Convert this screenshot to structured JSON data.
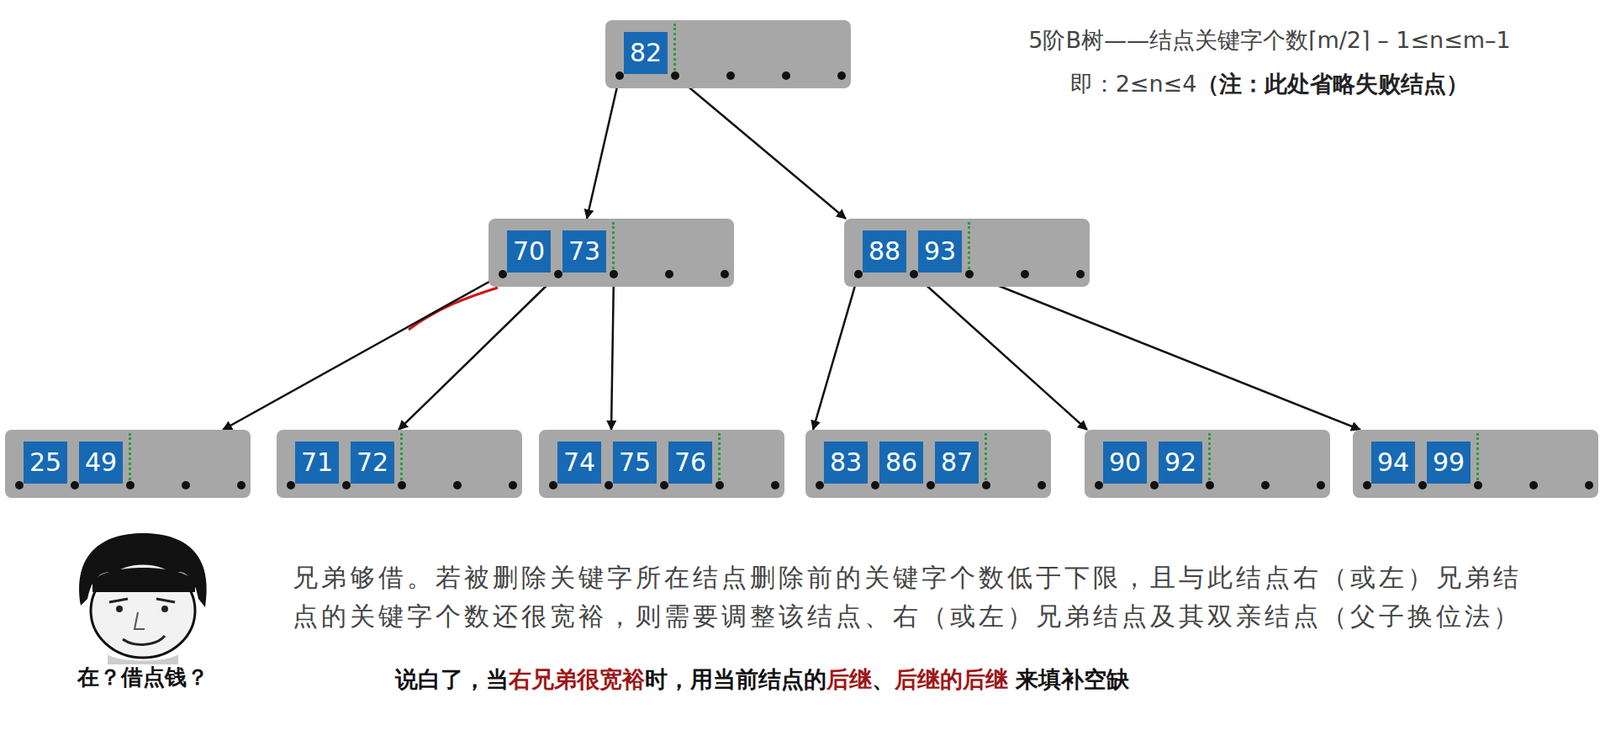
{
  "diagram": {
    "nodes": [
      {
        "text": [
          "82"
        ]
      },
      {
        "text": [
          "70",
          "73"
        ]
      },
      {
        "text": [
          "88",
          "93"
        ]
      },
      {
        "text": [
          "25",
          "49"
        ]
      },
      {
        "text": [
          "71",
          "72"
        ]
      },
      {
        "text": [
          "74",
          "75",
          "76"
        ]
      },
      {
        "text": [
          "83",
          "86",
          "87"
        ]
      },
      {
        "text": [
          "90",
          "92"
        ]
      },
      {
        "text": [
          "94",
          "99"
        ]
      }
    ],
    "edges": [
      {
        "from": 0,
        "to": 1,
        "arrow": "to"
      },
      {
        "from": 0,
        "to": 2,
        "arrow": "to"
      },
      {
        "from": 1,
        "to": 3,
        "arrow": "to"
      },
      {
        "from": 1,
        "to": 4,
        "arrow": "to"
      },
      {
        "from": 1,
        "to": 5,
        "arrow": "to"
      },
      {
        "from": 2,
        "to": 6,
        "arrow": "to"
      },
      {
        "from": 2,
        "to": 7,
        "arrow": "to"
      },
      {
        "from": 2,
        "to": 8,
        "arrow": "to"
      }
    ],
    "labels": [
      "5阶B树——结点关键字个数⌈m/2⌉ – 1≤n≤m–1",
      "即：2≤n≤4",
      "（注：此处省略失败结点）",
      "兄弟够借。若被删除关键字所在结点删除前的关键字个数低于下限，且与此结点右（或左）兄弟结点的关键字个数还很宽裕，则需要调整该结点、右（或左）兄弟结点及其双亲结点（父子换位法）",
      "在？借点钱？",
      "说白了，当",
      "右兄弟很宽裕",
      "时，用当前结点的",
      "后继",
      "、",
      "后继的后继",
      " 来填补空缺"
    ]
  }
}
